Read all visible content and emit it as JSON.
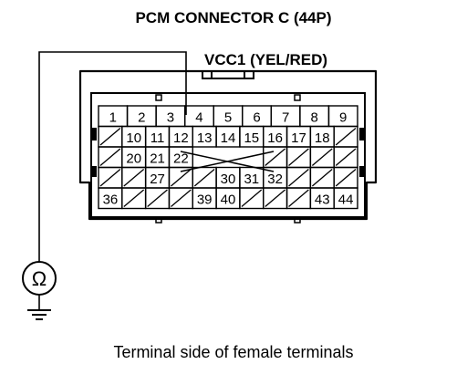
{
  "title": "PCM CONNECTOR C (44P)",
  "signal_label": "VCC1 (YEL/RED)",
  "caption": "Terminal side of female terminals",
  "meter_symbol": "Ω",
  "rows": [
    [
      "1",
      "2",
      "3",
      "4",
      "5",
      "6",
      "7",
      "8",
      "9"
    ],
    [
      "",
      "10",
      "11",
      "12",
      "13",
      "14",
      "15",
      "16",
      "17",
      "18",
      ""
    ],
    [
      "",
      "20",
      "21",
      "22",
      "",
      "",
      "",
      "",
      "",
      "",
      ""
    ],
    [
      "",
      "",
      "27",
      "",
      "",
      "30",
      "31",
      "32",
      "",
      "",
      ""
    ],
    [
      "36",
      "",
      "",
      "",
      "39",
      "40",
      "",
      "",
      "",
      "43",
      "44"
    ]
  ]
}
